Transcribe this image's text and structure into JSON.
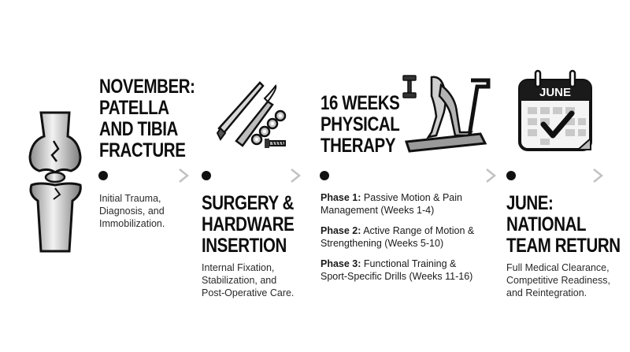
{
  "steps": [
    {
      "title_lines": [
        "NOVEMBER:",
        "PATELLA",
        "AND TIBIA",
        "FRACTURE"
      ],
      "description_lines": [
        "Initial Trauma,",
        "Diagnosis, and",
        "Immobilization."
      ],
      "icon": "knee-fracture-icon"
    },
    {
      "title_lines": [
        "SURGERY &",
        "HARDWARE",
        "INSERTION"
      ],
      "description_lines": [
        "Internal Fixation,",
        "Stabilization, and",
        "Post-Operative Care."
      ],
      "icon": "surgical-tools-icon"
    },
    {
      "title_lines": [
        "16 WEEKS",
        "PHYSICAL",
        "THERAPY"
      ],
      "phases": [
        {
          "label": "Phase 1:",
          "line1": "Passive Motion & Pain",
          "line2": "Management (Weeks 1-4)"
        },
        {
          "label": "Phase 2:",
          "line1": "Active Range of Motion &",
          "line2": "Strengthening (Weeks 5-10)"
        },
        {
          "label": "Phase 3:",
          "line1": "Functional Training &",
          "line2": "Sport-Specific Drills (Weeks 11-16)"
        }
      ],
      "icon": "treadmill-icon"
    },
    {
      "title_lines": [
        "JUNE:",
        "NATIONAL",
        "TEAM RETURN"
      ],
      "description_lines": [
        "Full Medical Clearance,",
        "Competitive Readiness,",
        "and Reintegration."
      ],
      "icon": "calendar-check-icon",
      "calendar_label": "JUNE"
    }
  ],
  "colors": {
    "ink": "#111111",
    "grey": "#9a9a9a",
    "arrow_start": "#2b2b2b",
    "arrow_end": "#c4c4c4"
  }
}
